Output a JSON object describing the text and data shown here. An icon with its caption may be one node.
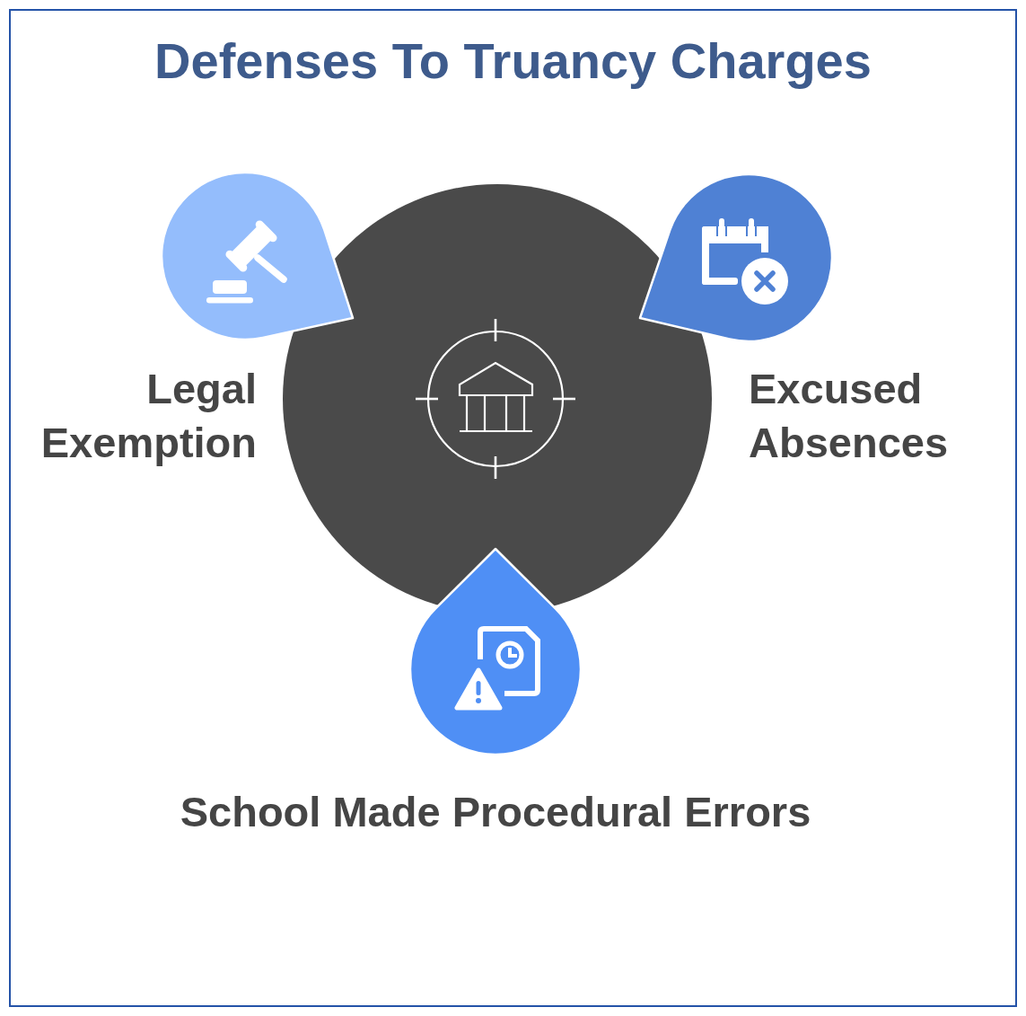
{
  "diagram": {
    "title": "Defenses To Truancy Charges",
    "nodes": [
      {
        "text": [],
        "shape": "circle"
      },
      {
        "text": [
          "Legal Exemption"
        ]
      },
      {
        "text": [
          "Excused Absences"
        ]
      },
      {
        "text": [
          "School Made Procedural Errors"
        ]
      }
    ]
  }
}
